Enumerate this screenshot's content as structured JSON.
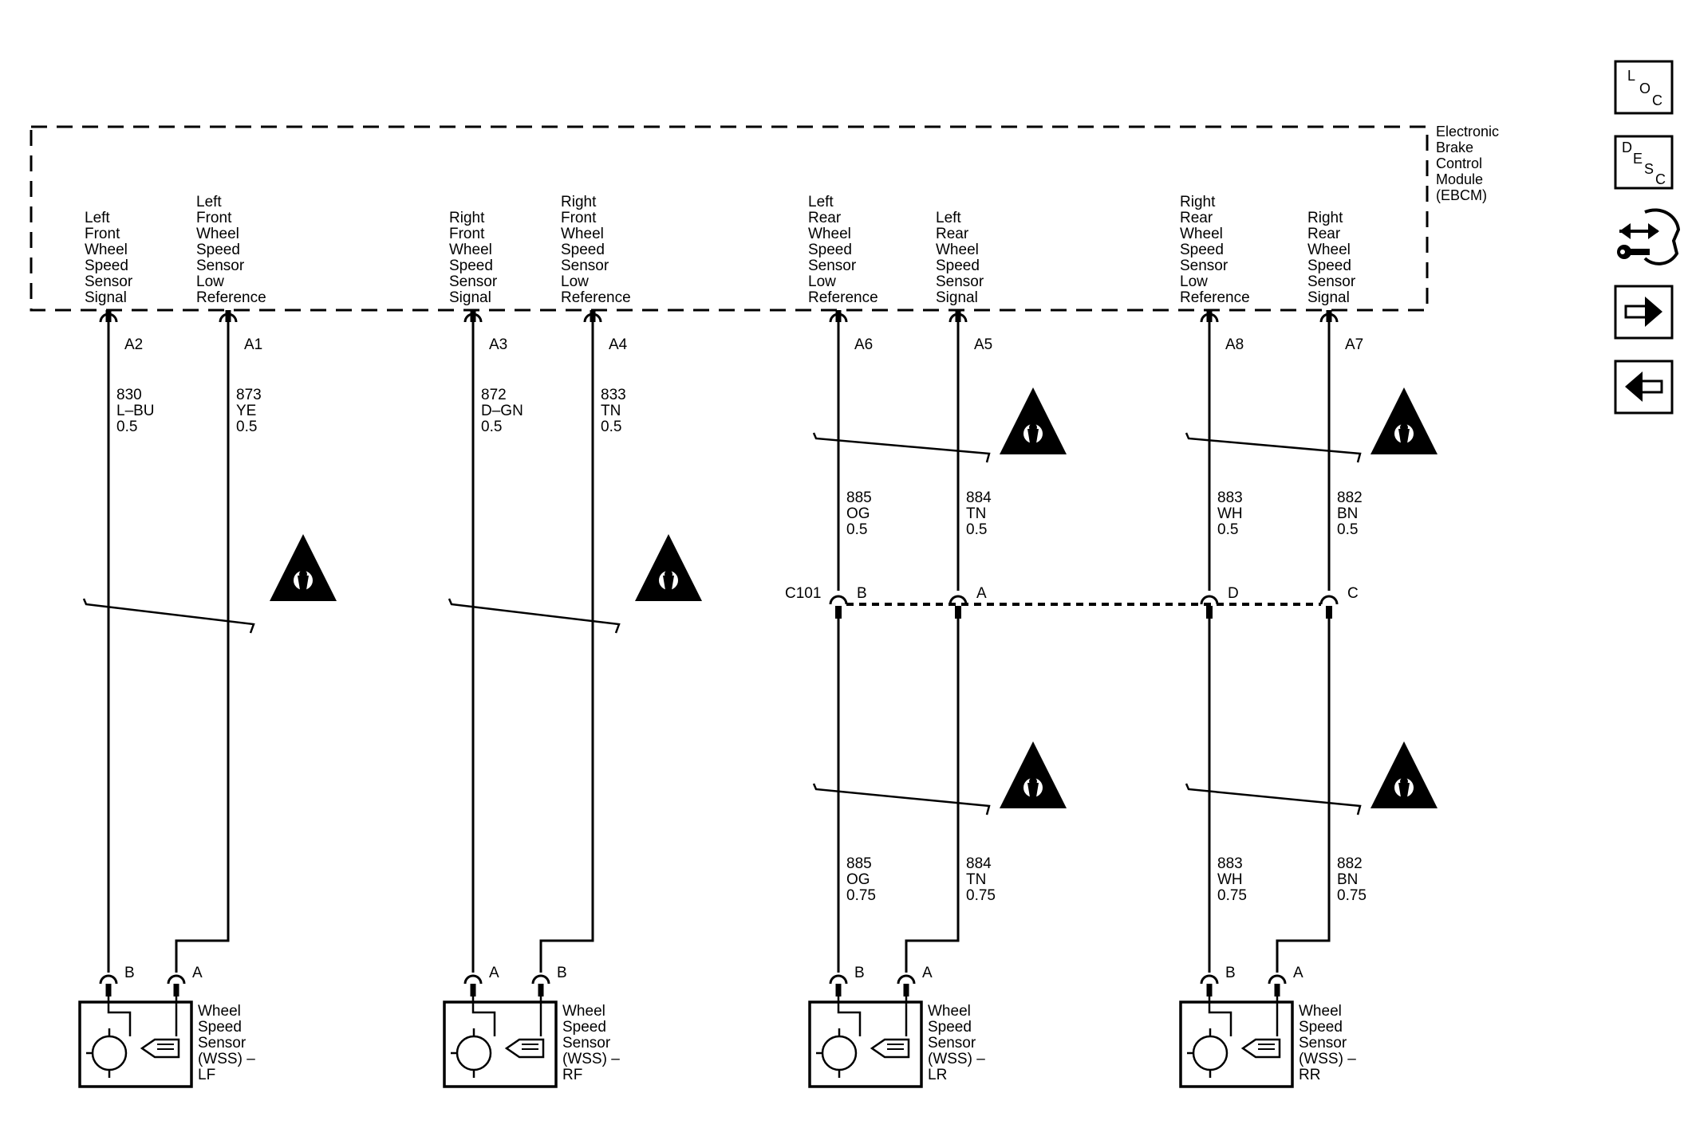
{
  "module": {
    "name_lines": [
      "Electronic",
      "Brake",
      "Control",
      "Module",
      "(EBCM)"
    ]
  },
  "pins": [
    {
      "id": "A2",
      "label": [
        "Left",
        "Front",
        "Wheel",
        "Speed",
        "Sensor",
        "Signal"
      ]
    },
    {
      "id": "A1",
      "label": [
        "Left",
        "Front",
        "Wheel",
        "Speed",
        "Sensor",
        "Low",
        "Reference"
      ]
    },
    {
      "id": "A3",
      "label": [
        "Right",
        "Front",
        "Wheel",
        "Speed",
        "Sensor",
        "Signal"
      ]
    },
    {
      "id": "A4",
      "label": [
        "Right",
        "Front",
        "Wheel",
        "Speed",
        "Sensor",
        "Low",
        "Reference"
      ]
    },
    {
      "id": "A6",
      "label": [
        "Left",
        "Rear",
        "Wheel",
        "Speed",
        "Sensor",
        "Low",
        "Reference"
      ]
    },
    {
      "id": "A5",
      "label": [
        "Left",
        "Rear",
        "Wheel",
        "Speed",
        "Sensor",
        "Signal"
      ]
    },
    {
      "id": "A8",
      "label": [
        "Right",
        "Rear",
        "Wheel",
        "Speed",
        "Sensor",
        "Low",
        "Reference"
      ]
    },
    {
      "id": "A7",
      "label": [
        "Right",
        "Rear",
        "Wheel",
        "Speed",
        "Sensor",
        "Signal"
      ]
    }
  ],
  "wires_upper": [
    [
      "830",
      "L–BU",
      "0.5"
    ],
    [
      "873",
      "YE",
      "0.5"
    ],
    [
      "872",
      "D–GN",
      "0.5"
    ],
    [
      "833",
      "TN",
      "0.5"
    ],
    [
      "885",
      "OG",
      "0.5"
    ],
    [
      "884",
      "TN",
      "0.5"
    ],
    [
      "883",
      "WH",
      "0.5"
    ],
    [
      "882",
      "BN",
      "0.5"
    ]
  ],
  "wires_lower": [
    [
      "885",
      "OG",
      "0.75"
    ],
    [
      "884",
      "TN",
      "0.75"
    ],
    [
      "883",
      "WH",
      "0.75"
    ],
    [
      "882",
      "BN",
      "0.75"
    ]
  ],
  "connector": {
    "name": "C101",
    "pins": [
      "B",
      "A",
      "D",
      "C"
    ]
  },
  "sensors": [
    {
      "pins": [
        "B",
        "A"
      ],
      "label": [
        "Wheel",
        "Speed",
        "Sensor",
        "(WSS) –",
        "LF"
      ]
    },
    {
      "pins": [
        "A",
        "B"
      ],
      "label": [
        "Wheel",
        "Speed",
        "Sensor",
        "(WSS) –",
        "RF"
      ]
    },
    {
      "pins": [
        "B",
        "A"
      ],
      "label": [
        "Wheel",
        "Speed",
        "Sensor",
        "(WSS) –",
        "LR"
      ]
    },
    {
      "pins": [
        "B",
        "A"
      ],
      "label": [
        "Wheel",
        "Speed",
        "Sensor",
        "(WSS) –",
        "RR"
      ]
    }
  ],
  "nav": {
    "loc": [
      "L",
      "O",
      "C"
    ],
    "desc": [
      "D",
      "E",
      "S",
      "C"
    ]
  },
  "icons": {
    "caution": "caution-triangle-icon",
    "connector_pin": "connector-pin-icon",
    "ground": "ground-icon"
  }
}
